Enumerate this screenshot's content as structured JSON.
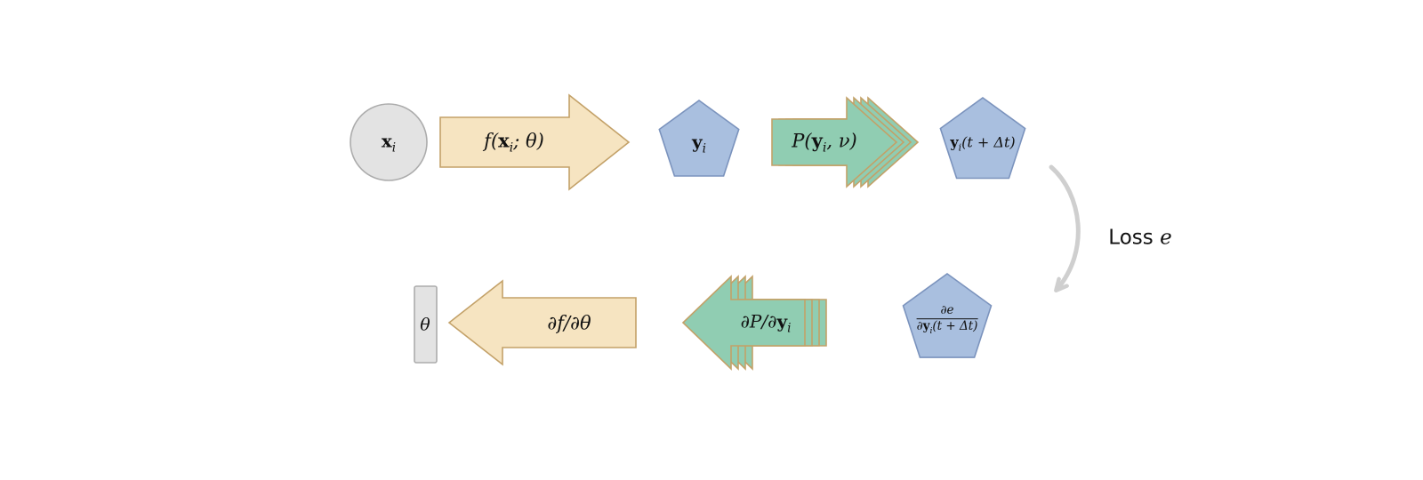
{
  "colors": {
    "tan_fill": "#F6E4C1",
    "tan_stroke": "#C3A168",
    "green_fill": "#90CDB2",
    "blue_fill": "#A9BFDF",
    "blue_stroke": "#7B93BD",
    "gray_fill": "#E3E3E3",
    "gray_stroke": "#ACACAC",
    "curve": "#CFCFCF",
    "text": "#111111"
  },
  "nodes": {
    "input": {
      "bold": "x",
      "sub": "i"
    },
    "y": {
      "bold": "y",
      "sub": "i"
    },
    "y_next": {
      "bold": "y",
      "sub": "i",
      "post": "(t + Δt)"
    },
    "grad_e": {
      "num": "∂e",
      "den_pre": "∂",
      "den_bold": "y",
      "den_sub": "i",
      "den_post": "(t + Δt)"
    },
    "theta": {
      "label": "θ"
    }
  },
  "arrows": {
    "f": {
      "pre": "f(",
      "bold": "x",
      "sub": "i",
      "post": "; θ)"
    },
    "P": {
      "pre": "P(",
      "bold": "y",
      "sub": "i",
      "post": ", ν)"
    },
    "dP": {
      "pre": "∂P/∂",
      "bold": "y",
      "sub": "i"
    },
    "df": {
      "label": "∂f/∂θ"
    }
  },
  "loss": {
    "text": "Loss ",
    "var": "e"
  }
}
